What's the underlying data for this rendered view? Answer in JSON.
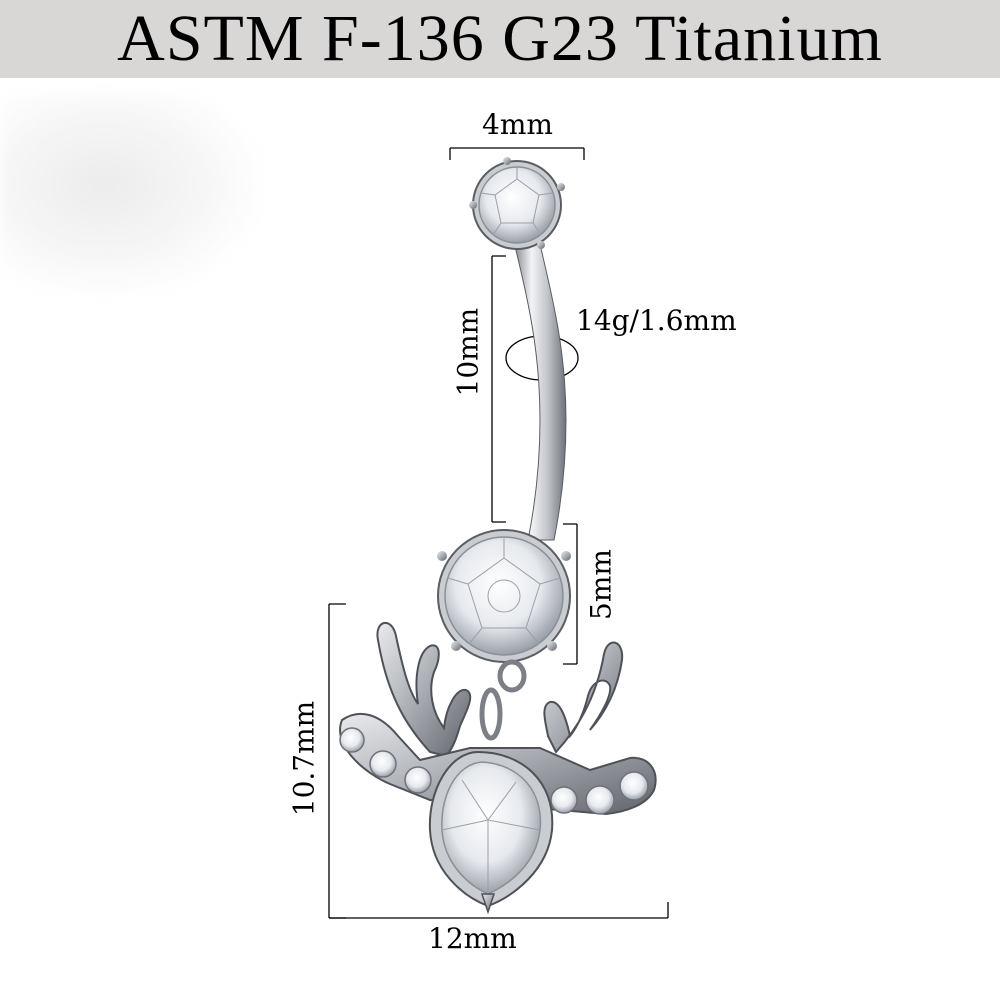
{
  "banner": {
    "title": "ASTM F-136 G23 Titanium"
  },
  "dimensions": {
    "top_ball": "4mm",
    "bar_length": "10mm",
    "gauge": "14g/1.6mm",
    "bottom_gem": "5mm",
    "charm_height": "10.7mm",
    "charm_width": "12mm"
  },
  "colors": {
    "banner_bg": "#d9d6d6",
    "metal": "#b8bcc2",
    "metal_dark": "#6e7278",
    "gem": "#f4f6fa"
  }
}
